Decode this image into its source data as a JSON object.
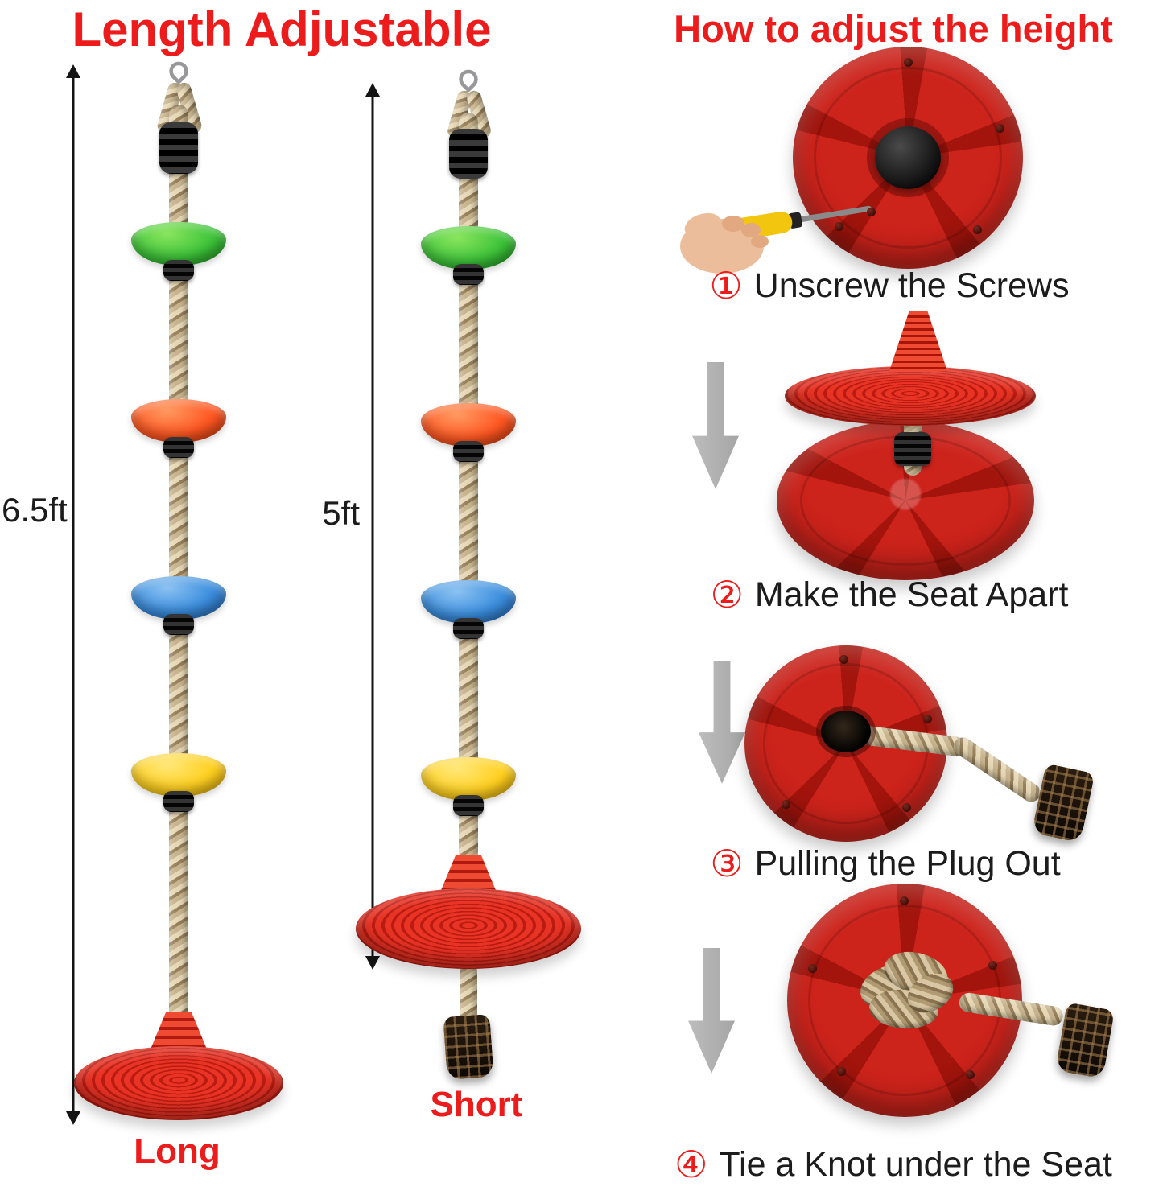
{
  "left": {
    "title": "Length Adjustable",
    "long": {
      "height_label": "6.5ft",
      "name_label": "Long"
    },
    "short": {
      "height_label": "5ft",
      "name_label": "Short"
    }
  },
  "right": {
    "title": "How to adjust the height",
    "steps": [
      {
        "num": "①",
        "label": "Unscrew the Screws"
      },
      {
        "num": "②",
        "label": "Make the Seat Apart"
      },
      {
        "num": "③",
        "label": "Pulling the Plug Out"
      },
      {
        "num": "④",
        "label": "Tie a Knot under the Seat"
      }
    ]
  },
  "colors": {
    "accent": "#ed1c1c",
    "ink": "#1c1c1c",
    "disc_green": "#3ec43a",
    "disc_orange": "#ff5722",
    "disc_blue": "#3b8ede",
    "disc_yellow": "#ffd020",
    "seat_red": "#cc231b",
    "rope_tan": "#c7b48e",
    "arrow_gray": "#a5a5a5",
    "plug_black": "#17120c"
  }
}
